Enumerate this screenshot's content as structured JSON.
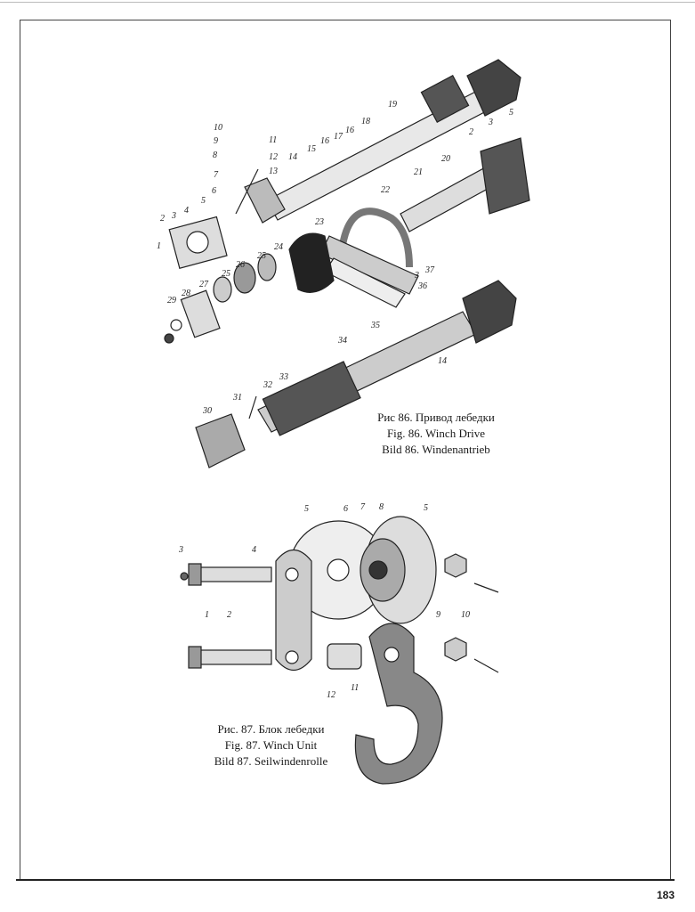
{
  "fig86": {
    "caption_ru": "Рис 86. Привод лебедки",
    "caption_en": "Fig. 86. Winch Drive",
    "caption_de": "Bild 86. Windenantrieb",
    "callouts": [
      "10",
      "9",
      "8",
      "7",
      "6",
      "5",
      "4",
      "2",
      "3",
      "1",
      "11",
      "12",
      "13",
      "14",
      "15",
      "16",
      "17",
      "16",
      "18",
      "19",
      "20",
      "21",
      "22",
      "23",
      "24",
      "25",
      "26",
      "25",
      "27",
      "28",
      "29",
      "3",
      "2",
      "5",
      "37",
      "3",
      "36",
      "35",
      "34",
      "14",
      "33",
      "32",
      "31",
      "30"
    ]
  },
  "fig87": {
    "caption_ru": "Рис. 87. Блок лебедки",
    "caption_en": "Fig. 87. Winch Unit",
    "caption_de": "Bild 87. Seilwindenrolle",
    "callouts": [
      "3",
      "4",
      "5",
      "6",
      "7",
      "8",
      "5",
      "2",
      "1",
      "9",
      "10",
      "12",
      "11"
    ]
  },
  "page_number": "183"
}
